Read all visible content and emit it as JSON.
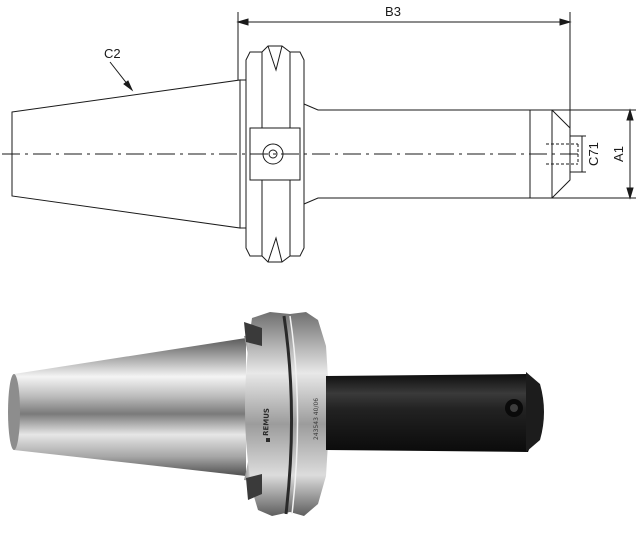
{
  "drawing": {
    "dimensions": {
      "b3": "B3",
      "c2": "C2",
      "c71": "C71",
      "a1": "A1"
    }
  },
  "product": {
    "brand": "REMUS",
    "part_number": "243543 40/06"
  },
  "colors": {
    "line": "#1a1a1a",
    "shank_dark": "#1b1b1b",
    "steel_light": "#eeeeee",
    "steel_dark": "#6d6d6d"
  }
}
